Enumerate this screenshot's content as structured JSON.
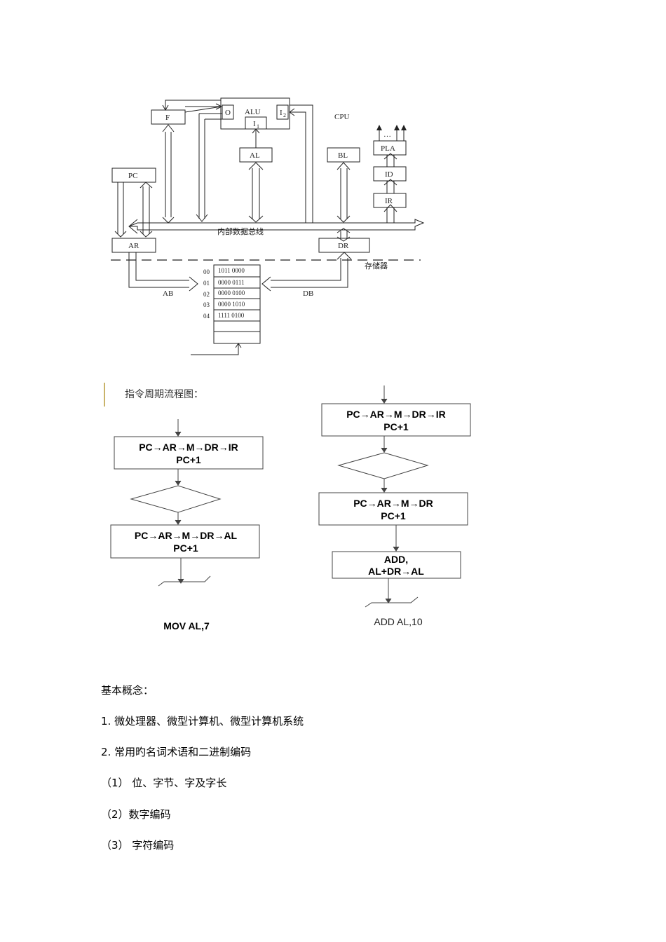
{
  "cpu_diagram": {
    "cpu_label": "CPU",
    "alu": "ALU",
    "alu_out": "O",
    "alu_in1": "I",
    "alu_in1_sub": "1",
    "alu_in2": "I",
    "alu_in2_sub": "2",
    "flag": "F",
    "al": "AL",
    "bl": "BL",
    "pc": "PC",
    "ar": "AR",
    "dr": "DR",
    "ir": "IR",
    "id": "ID",
    "pla": "PLA",
    "pla_dots": "…",
    "bus_label": "内部数据总线",
    "memory_label": "存储器",
    "ab": "AB",
    "db": "DB",
    "memory": [
      {
        "addr": "00",
        "value": "1011  0000"
      },
      {
        "addr": "01",
        "value": "0000  0111"
      },
      {
        "addr": "02",
        "value": "0000  0100"
      },
      {
        "addr": "03",
        "value": "0000  1010"
      },
      {
        "addr": "04",
        "value": "1111  0100"
      }
    ]
  },
  "flow_heading": "指令周期流程图：",
  "flow_left": {
    "box1_line1": "PC→AR→M→DR→IR",
    "box1_line2": "PC+1",
    "box2_line1": "PC→AR→M→DR→AL",
    "box2_line2": "PC+1",
    "caption": "MOV AL,7"
  },
  "flow_right": {
    "box1_line1": "PC→AR→M→DR→IR",
    "box1_line2": "PC+1",
    "box2_line1": "PC→AR→M→DR",
    "box2_line2": "PC+1",
    "box3_line1": "ADD,",
    "box3_line2": "AL+DR→AL",
    "caption": "ADD AL,10"
  },
  "concepts": {
    "title": "基本概念：",
    "items": [
      "1.  微处理器、微型计算机、微型计算机系统",
      "2.  常用旳名词术语和二进制编码",
      "（1）  位、字节、字及字长",
      "（2）数字编码",
      "（3）  字符编码"
    ]
  }
}
